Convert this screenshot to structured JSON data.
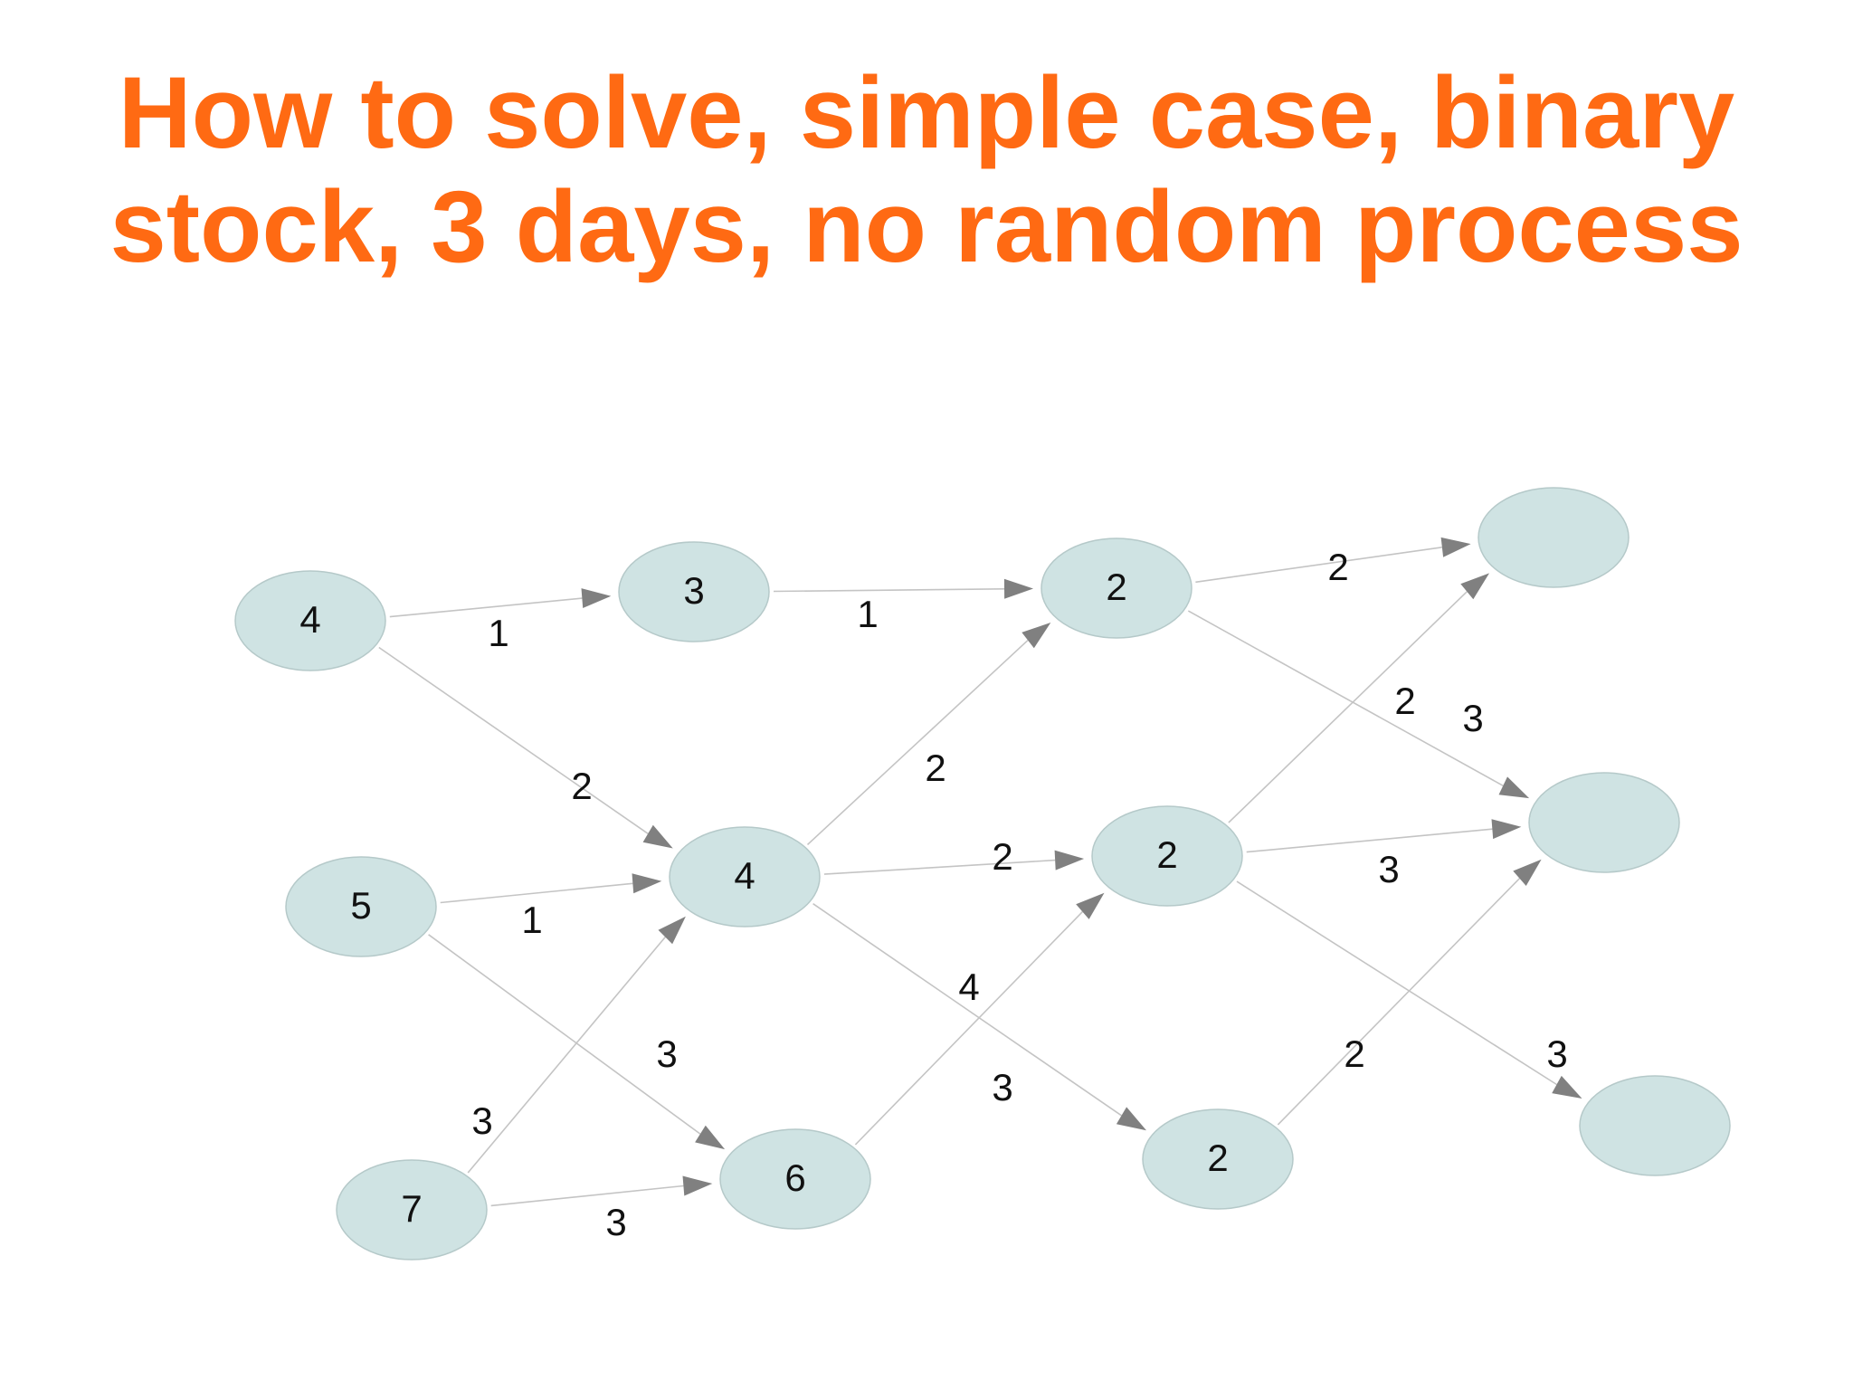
{
  "title": {
    "line1": "How to solve, simple case, binary",
    "line2": "stock, 3 days, no random process"
  },
  "colors": {
    "title": "#ff6a13",
    "node_fill": "#cfe3e3",
    "node_stroke": "#b5c9c9",
    "edge": "#c4c4c4",
    "arrow": "#808080"
  },
  "nodes": [
    {
      "id": "a1",
      "label": "4"
    },
    {
      "id": "a2",
      "label": "5"
    },
    {
      "id": "a3",
      "label": "7"
    },
    {
      "id": "b1",
      "label": "3"
    },
    {
      "id": "b2",
      "label": "4"
    },
    {
      "id": "b3",
      "label": "6"
    },
    {
      "id": "c1",
      "label": "2"
    },
    {
      "id": "c2",
      "label": "2"
    },
    {
      "id": "c3",
      "label": "2"
    },
    {
      "id": "d1",
      "label": ""
    },
    {
      "id": "d2",
      "label": ""
    },
    {
      "id": "d3",
      "label": ""
    }
  ],
  "edges": [
    {
      "from": "a1",
      "to": "b1",
      "label": "1"
    },
    {
      "from": "a1",
      "to": "b2",
      "label": "2"
    },
    {
      "from": "a2",
      "to": "b2",
      "label": "1"
    },
    {
      "from": "a2",
      "to": "b3",
      "label": "3"
    },
    {
      "from": "a3",
      "to": "b2",
      "label": "3"
    },
    {
      "from": "a3",
      "to": "b3",
      "label": "3"
    },
    {
      "from": "b1",
      "to": "c1",
      "label": "1"
    },
    {
      "from": "b2",
      "to": "c1",
      "label": "2"
    },
    {
      "from": "b2",
      "to": "c2",
      "label": "2"
    },
    {
      "from": "b2",
      "to": "c3",
      "label": "4"
    },
    {
      "from": "b3",
      "to": "c2",
      "label": "3"
    },
    {
      "from": "c1",
      "to": "d1",
      "label": "2"
    },
    {
      "from": "c1",
      "to": "d2",
      "label": "3"
    },
    {
      "from": "c2",
      "to": "d1",
      "label": "2"
    },
    {
      "from": "c2",
      "to": "d2",
      "label": "3"
    },
    {
      "from": "c2",
      "to": "d3",
      "label": "3"
    },
    {
      "from": "c3",
      "to": "d2",
      "label": "2"
    }
  ]
}
